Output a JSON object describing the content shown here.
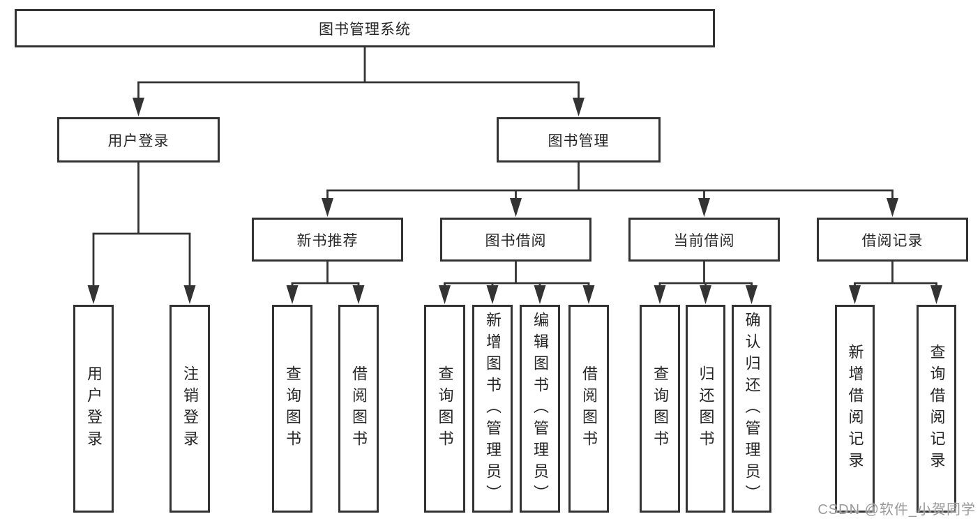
{
  "diagram": {
    "title": "图书管理系统",
    "type": "hierarchy-diagram"
  },
  "colors": {
    "line": "#333333",
    "box_border": "#333333",
    "text": "#262626",
    "background": "#ffffff",
    "watermark": "#9a9a9a"
  },
  "watermark": {
    "text": "CSDN @软件_小贺同学"
  },
  "nodes": [
    {
      "id": "root",
      "label": "图书管理系统",
      "parent": null,
      "shape": "horizontal"
    },
    {
      "id": "user-login",
      "label": "用户登录",
      "parent": "root",
      "shape": "horizontal"
    },
    {
      "id": "book-mgmt",
      "label": "图书管理",
      "parent": "root",
      "shape": "horizontal"
    },
    {
      "id": "new-book-rec",
      "label": "新书推荐",
      "parent": "book-mgmt",
      "shape": "horizontal"
    },
    {
      "id": "book-borrow",
      "label": "图书借阅",
      "parent": "book-mgmt",
      "shape": "horizontal"
    },
    {
      "id": "current-borrow",
      "label": "当前借阅",
      "parent": "book-mgmt",
      "shape": "horizontal"
    },
    {
      "id": "borrow-records",
      "label": "借阅记录",
      "parent": "book-mgmt",
      "shape": "horizontal"
    },
    {
      "id": "leaf-user-login",
      "label": "用户登录",
      "parent": "user-login",
      "shape": "vertical"
    },
    {
      "id": "leaf-logout",
      "label": "注销登录",
      "parent": "user-login",
      "shape": "vertical"
    },
    {
      "id": "leaf-query-book-1",
      "label": "查询图书",
      "parent": "new-book-rec",
      "shape": "vertical"
    },
    {
      "id": "leaf-borrow-book-1",
      "label": "借阅图书",
      "parent": "new-book-rec",
      "shape": "vertical"
    },
    {
      "id": "leaf-query-book-2",
      "label": "查询图书",
      "parent": "book-borrow",
      "shape": "vertical"
    },
    {
      "id": "leaf-add-book",
      "label": "新增图书（管理员）",
      "parent": "book-borrow",
      "shape": "vertical"
    },
    {
      "id": "leaf-edit-book",
      "label": "编辑图书（管理员）",
      "parent": "book-borrow",
      "shape": "vertical"
    },
    {
      "id": "leaf-borrow-book-2",
      "label": "借阅图书",
      "parent": "book-borrow",
      "shape": "vertical"
    },
    {
      "id": "leaf-query-book-3",
      "label": "查询图书",
      "parent": "current-borrow",
      "shape": "vertical"
    },
    {
      "id": "leaf-return-book",
      "label": "归还图书",
      "parent": "current-borrow",
      "shape": "vertical"
    },
    {
      "id": "leaf-confirm-return",
      "label": "确认归还（管理员）",
      "parent": "current-borrow",
      "shape": "vertical"
    },
    {
      "id": "leaf-add-borrow-record",
      "label": "新增借阅记录",
      "parent": "borrow-records",
      "shape": "vertical"
    },
    {
      "id": "leaf-query-borrow-record",
      "label": "查询借阅记录",
      "parent": "borrow-records",
      "shape": "vertical"
    }
  ]
}
